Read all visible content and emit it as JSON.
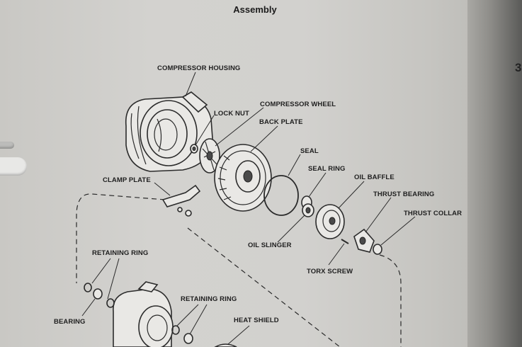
{
  "page": {
    "title": "Assembly",
    "page_number": "3"
  },
  "labels": {
    "compressor_housing": "COMPRESSOR HOUSING",
    "compressor_wheel": "COMPRESSOR WHEEL",
    "lock_nut": "LOCK NUT",
    "back_plate": "BACK PLATE",
    "seal": "SEAL",
    "seal_ring": "SEAL RING",
    "oil_baffle": "OIL BAFFLE",
    "thrust_bearing": "THRUST BEARING",
    "thrust_collar": "THRUST COLLAR",
    "clamp_plate": "CLAMP PLATE",
    "oil_slinger": "OIL SLINGER",
    "torx_screw": "TORX SCREW",
    "retaining_ring_left": "RETAINING RING",
    "retaining_ring_right": "RETAINING RING",
    "bearing": "BEARING",
    "heat_shield": "HEAT SHIELD"
  }
}
